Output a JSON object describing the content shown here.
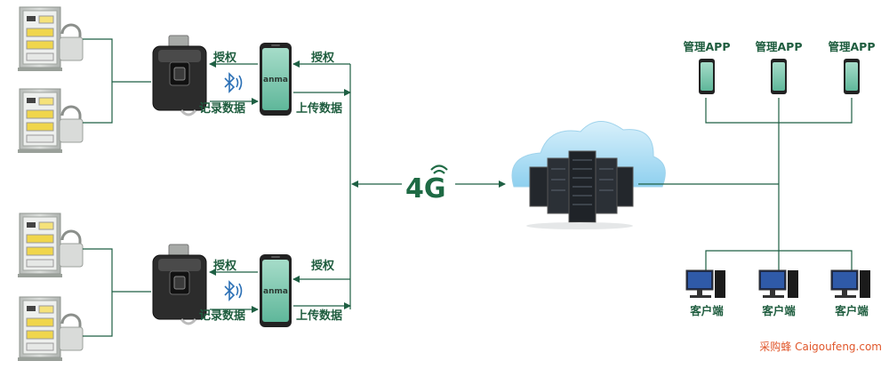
{
  "labels": {
    "authorize": "授权",
    "record_data": "记录数据",
    "upload_data": "上传数据",
    "network": "4G",
    "manage_app": "管理APP",
    "client": "客户端",
    "phone_brand": "anma"
  },
  "watermark": "采购蜂 Caigoufeng.com",
  "colors": {
    "line": "#1e5f43",
    "label": "#1f5d3f",
    "watermark": "#e0562a",
    "phone_screen": "#7ec8b2",
    "cabinet": "#c9ccc9"
  }
}
